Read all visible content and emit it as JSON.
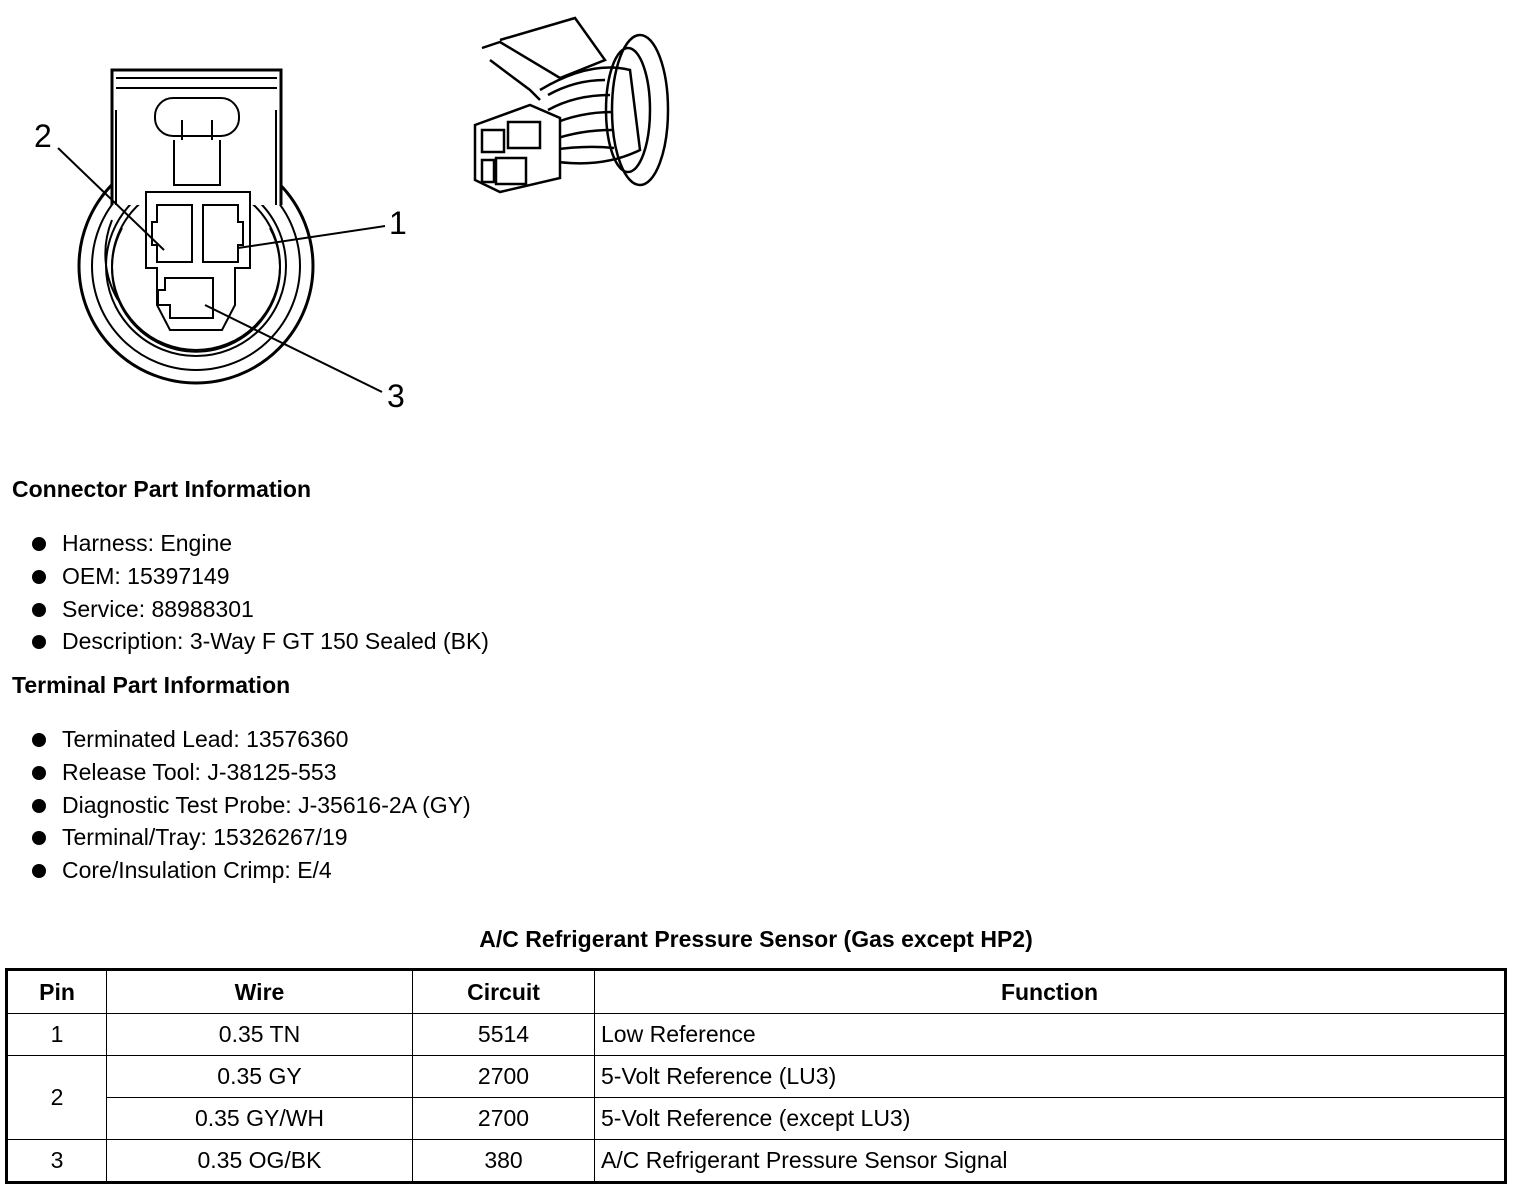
{
  "figure": {
    "callouts": [
      "1",
      "2",
      "3"
    ]
  },
  "connector_section": {
    "heading": "Connector Part Information",
    "items": [
      "Harness: Engine",
      "OEM: 15397149",
      "Service: 88988301",
      "Description: 3-Way F GT 150 Sealed (BK)"
    ]
  },
  "terminal_section": {
    "heading": "Terminal Part Information",
    "items": [
      "Terminated Lead: 13576360",
      "Release Tool: J-38125-553",
      "Diagnostic Test Probe: J-35616-2A (GY)",
      "Terminal/Tray: 15326267/19",
      "Core/Insulation Crimp: E/4"
    ]
  },
  "pin_table": {
    "title": "A/C Refrigerant Pressure Sensor (Gas except HP2)",
    "headers": [
      "Pin",
      "Wire",
      "Circuit",
      "Function"
    ],
    "rows": [
      {
        "pin": "1",
        "wire": "0.35 TN",
        "circuit": "5514",
        "function": "Low Reference"
      },
      {
        "pin": "2",
        "wire": "0.35 GY",
        "circuit": "2700",
        "function": "5-Volt Reference (LU3)"
      },
      {
        "pin": "",
        "wire": "0.35 GY/WH",
        "circuit": "2700",
        "function": "5-Volt Reference (except LU3)"
      },
      {
        "pin": "3",
        "wire": "0.35 OG/BK",
        "circuit": "380",
        "function": "A/C Refrigerant Pressure Sensor Signal"
      }
    ]
  }
}
